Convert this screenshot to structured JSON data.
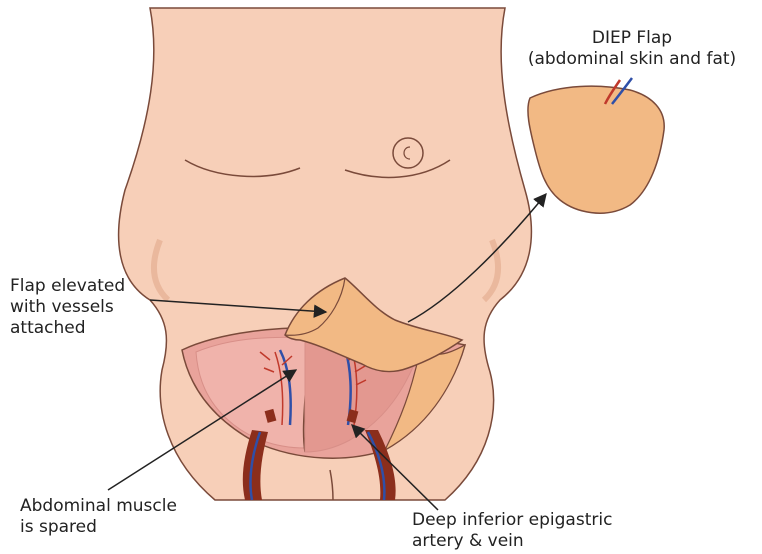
{
  "labels": {
    "diep_flap_title": "DIEP Flap",
    "diep_flap_subtitle": "(abdominal skin and fat)",
    "flap_elevated": [
      "Flap elevated",
      "with vessels",
      "attached"
    ],
    "muscle_spared": [
      "Abdominal muscle",
      "is spared"
    ],
    "vessels": [
      "Deep inferior epigastric",
      "artery & vein"
    ]
  },
  "colors": {
    "skin": "#f7cfb8",
    "skin_shade": "#eab89d",
    "outline": "#7a4a3a",
    "flap_fat": "#f2b984",
    "muscle": "#e9a39b",
    "muscle_shade": "#d88f88",
    "artery": "#c0392b",
    "vein": "#2f4fa8",
    "dark_tissue": "#8b2e1c",
    "arrow": "#222222"
  }
}
